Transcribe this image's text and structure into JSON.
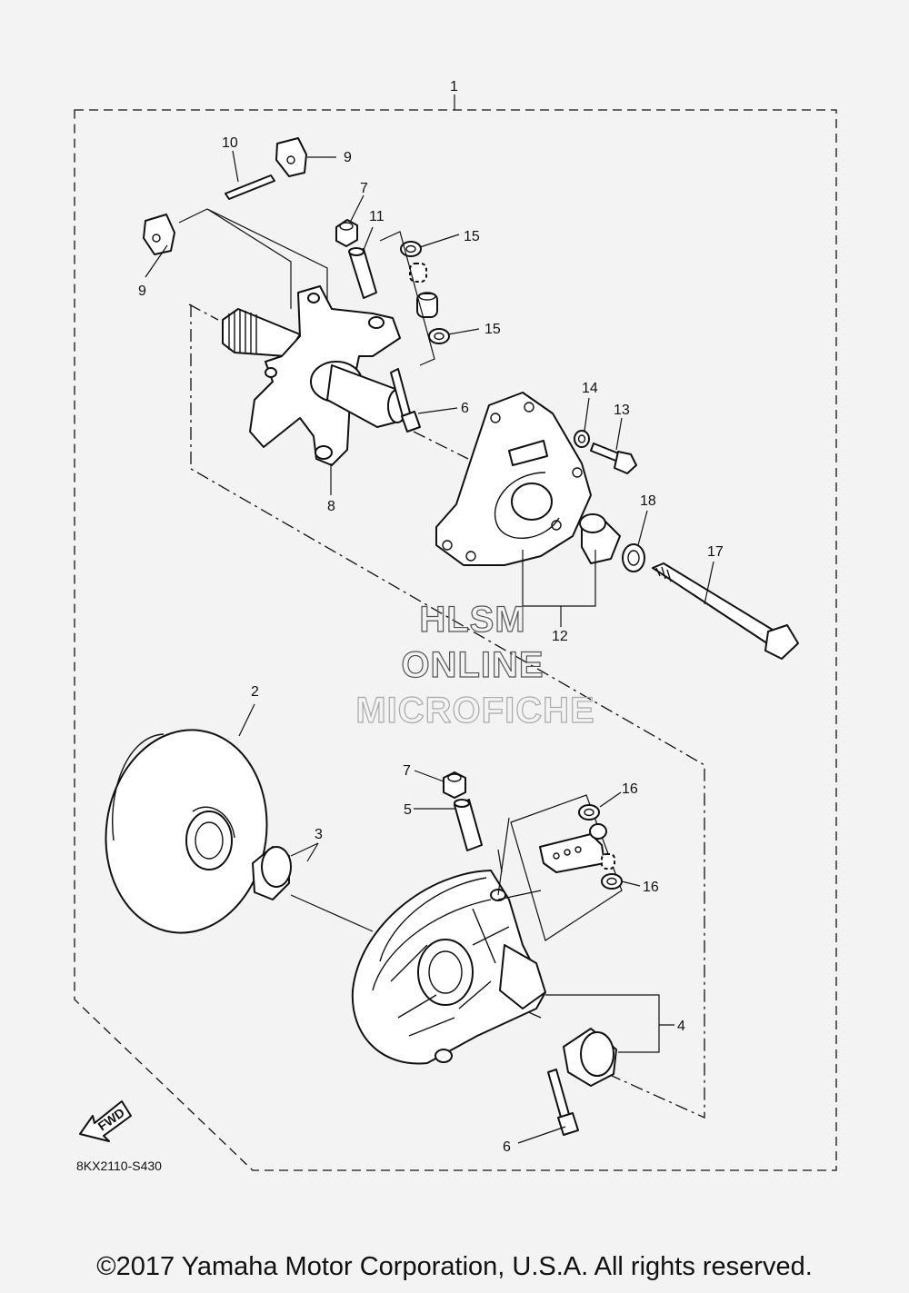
{
  "callouts": {
    "c1": "1",
    "c2": "2",
    "c3": "3",
    "c4": "4",
    "c5": "5",
    "c6a": "6",
    "c6b": "6",
    "c7a": "7",
    "c7b": "7",
    "c8": "8",
    "c9a": "9",
    "c9b": "9",
    "c10": "10",
    "c11": "11",
    "c12": "12",
    "c13": "13",
    "c14": "14",
    "c15a": "15",
    "c15b": "15",
    "c16a": "16",
    "c16b": "16",
    "c17": "17",
    "c18": "18"
  },
  "watermark": {
    "line1": "HLSM",
    "line2": "ONLINE",
    "line3": "MICROFICHE"
  },
  "fwd_label": "FWD",
  "diagram_code": "8KX2110-S430",
  "copyright": "©2017 Yamaha Motor Corporation, U.S.A. All rights reserved."
}
